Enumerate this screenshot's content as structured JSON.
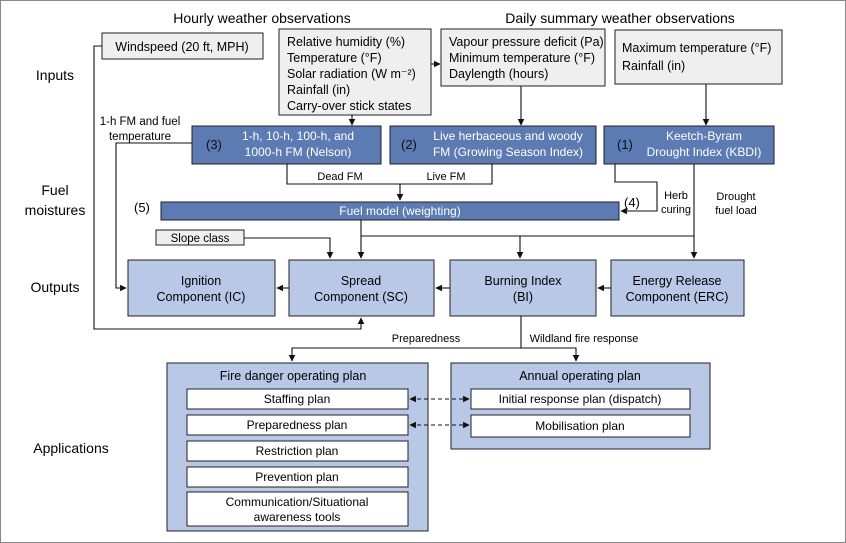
{
  "headings": {
    "hourly": "Hourly weather observations",
    "daily": "Daily summary weather observations"
  },
  "row_labels": {
    "inputs": "Inputs",
    "fuel_line1": "Fuel",
    "fuel_line2": "moistures",
    "outputs": "Outputs",
    "applications": "Applications"
  },
  "inputs": {
    "windspeed": "Windspeed (20 ft, MPH)",
    "hourly_vars": [
      "Relative humidity (%)",
      "Temperature (°F)",
      "Solar radiation (W m⁻²)",
      "Rainfall (in)",
      "Carry-over stick states"
    ],
    "daily_vars_a": [
      "Vapour pressure deficit (Pa)",
      "Minimum temperature (°F)",
      "Daylength (hours)"
    ],
    "daily_vars_b": [
      "Maximum temperature (°F)",
      "Rainfall (in)"
    ]
  },
  "fuel_moistures": {
    "nelson_num": "(3)",
    "nelson": [
      "1-h, 10-h, 100-h, and",
      "1000-h FM (Nelson)"
    ],
    "gsi_num": "(2)",
    "gsi": [
      "Live herbaceous and woody",
      "FM (Growing Season Index)"
    ],
    "kbdi_num": "(1)",
    "kbdi": [
      "Keetch-Byram",
      "Drought Index (KBDI)"
    ],
    "fuel_model_num": "(5)",
    "fuel_model": "Fuel model (weighting)",
    "herb_num": "(4)"
  },
  "annotations": {
    "fm_temp": [
      "1-h FM and fuel",
      "temperature"
    ],
    "dead_fm": "Dead FM",
    "live_fm": "Live FM",
    "herb_curing": [
      "Herb",
      "curing"
    ],
    "drought_load": [
      "Drought",
      "fuel load"
    ],
    "slope_class": "Slope class",
    "preparedness": "Preparedness",
    "wildland": "Wildland fire response"
  },
  "outputs": {
    "ic": [
      "Ignition",
      "Component (IC)"
    ],
    "sc": [
      "Spread",
      "Component (SC)"
    ],
    "bi": [
      "Burning Index",
      "(BI)"
    ],
    "erc": [
      "Energy Release",
      "Component (ERC)"
    ]
  },
  "applications": {
    "fire_plan_title": "Fire danger operating plan",
    "fire_plan_items": [
      "Staffing plan",
      "Preparedness plan",
      "Restriction plan",
      "Prevention plan"
    ],
    "communication": [
      "Communication/Situational",
      "awareness tools"
    ],
    "annual_title": "Annual operating plan",
    "annual_items": [
      "Initial response plan (dispatch)",
      "Mobilisation plan"
    ]
  },
  "colors": {
    "dark_box": "#5b7bb2",
    "light_box": "#b8c8e6",
    "input_box": "#efefef"
  }
}
